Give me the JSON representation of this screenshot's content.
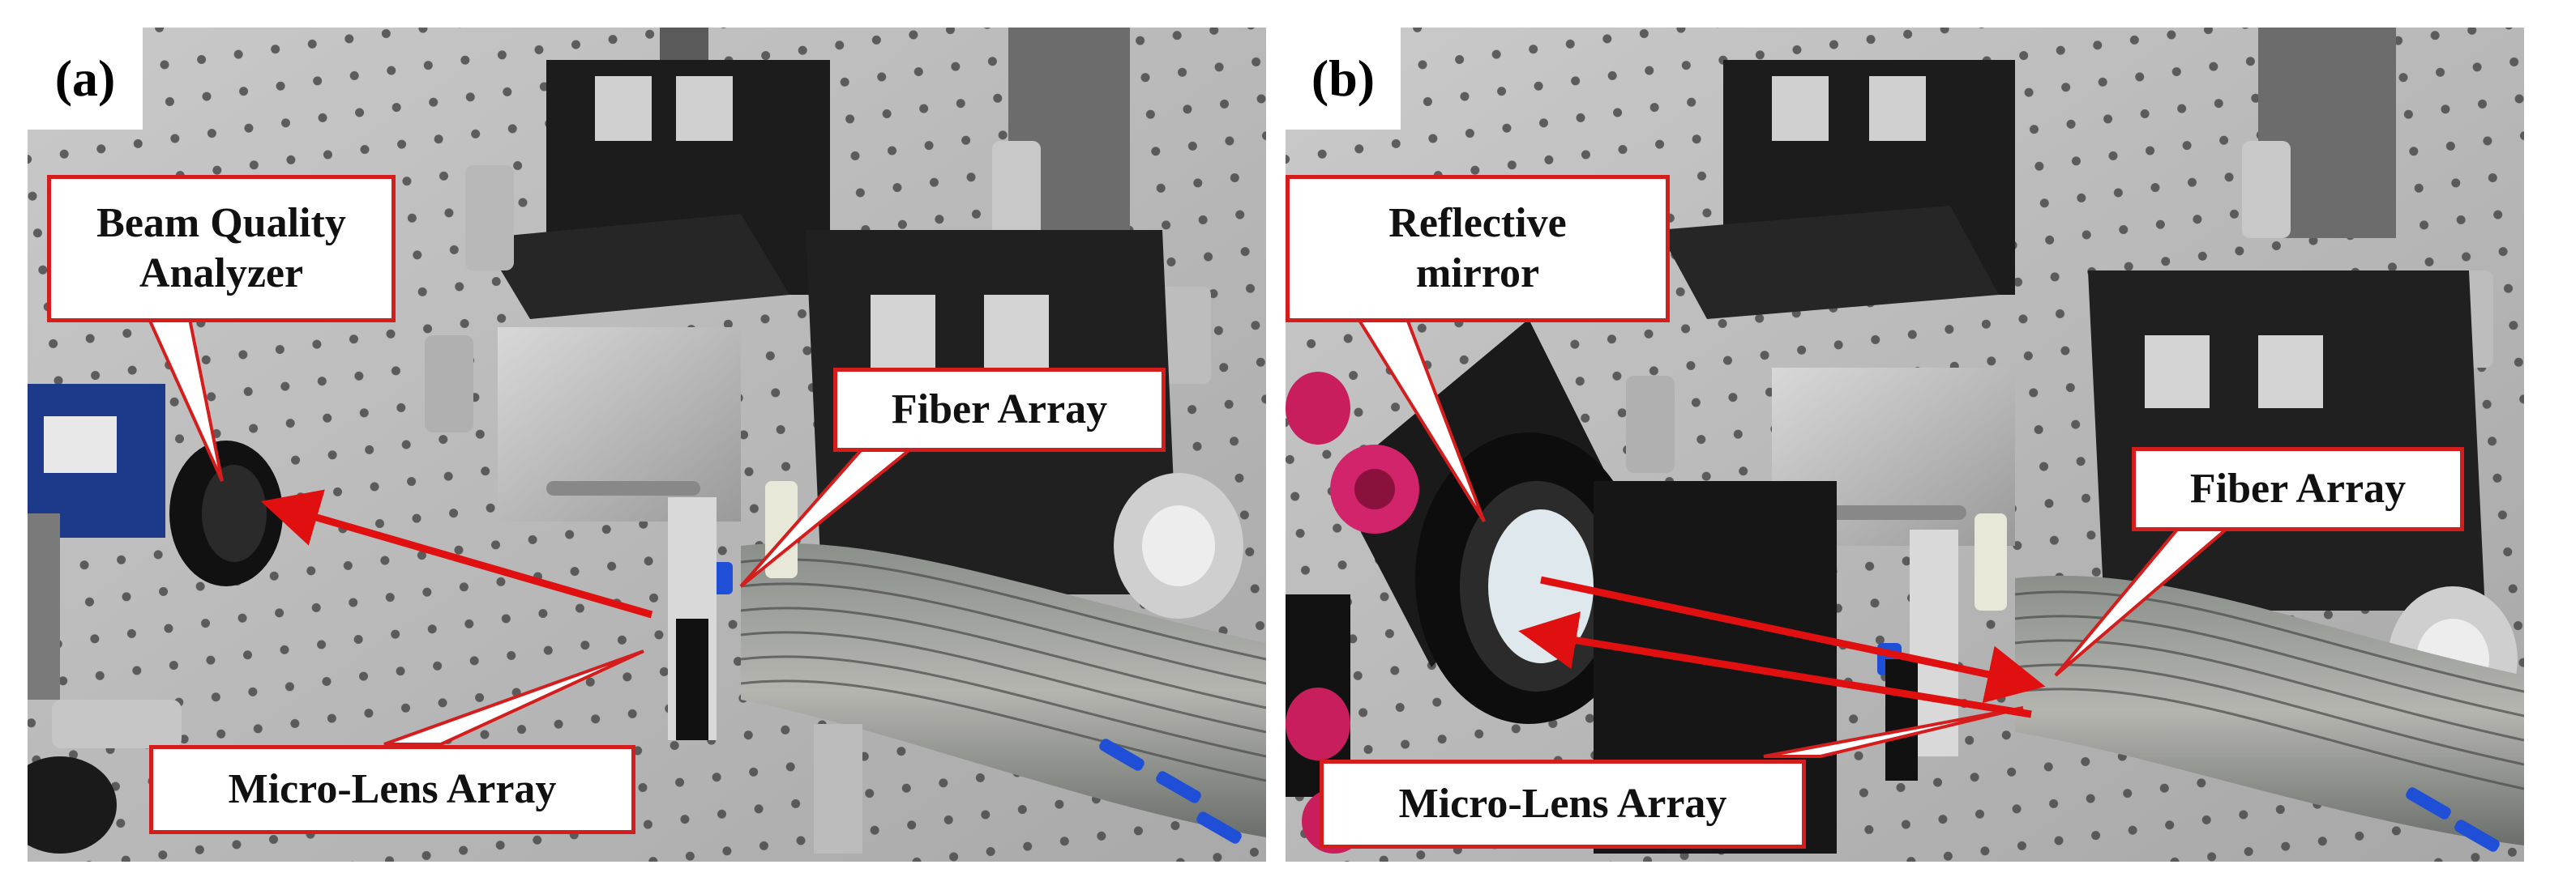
{
  "panels": [
    {
      "label": "(a)",
      "callouts": {
        "analyzer_line1": "Beam Quality",
        "analyzer_line2": "Analyzer",
        "fiber": "Fiber Array",
        "mla": "Micro-Lens Array"
      }
    },
    {
      "label": "(b)",
      "callouts": {
        "mirror_line1": "Reflective",
        "mirror_line2": "mirror",
        "fiber": "Fiber Array",
        "mla": "Micro-Lens Array"
      }
    }
  ],
  "colors": {
    "callout_border": "#d41e1e",
    "arrow": "#e01010",
    "background": "#ffffff"
  },
  "icons": [
    "beam-arrow-icon",
    "double-arrow-icon"
  ]
}
